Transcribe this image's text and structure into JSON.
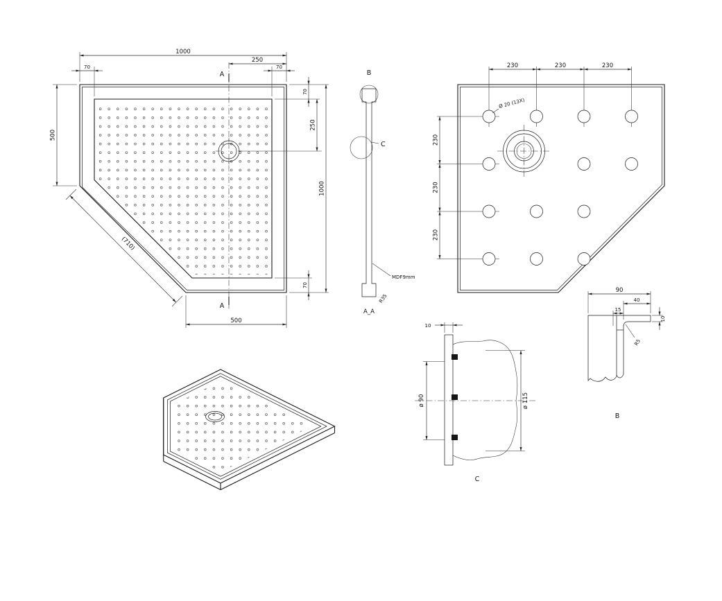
{
  "plan_view": {
    "dim_1000_top": "1000",
    "dim_250_top": "250",
    "dim_70_top_left": "70",
    "dim_70_top_right": "70",
    "dim_70_right_top": "70",
    "dim_250_right": "250",
    "dim_1000_right": "1000",
    "dim_70_right_bottom": "70",
    "dim_500_left": "500",
    "dim_500_bottom": "500",
    "dim_chamfer": "(710)",
    "section_a_top": "A",
    "section_a_bottom": "A"
  },
  "section_view": {
    "label_b": "B",
    "label_c": "C",
    "material": "MDF9mm",
    "radius": "R35",
    "title": "A_A"
  },
  "bottom_view": {
    "dim_230_col_1": "230",
    "dim_230_col_2": "230",
    "dim_230_col_3": "230",
    "dim_230_row_1": "230",
    "dim_230_row_2": "230",
    "dim_230_row_3": "230",
    "hole_note": "Ø 20 (13X)"
  },
  "detail_c": {
    "dim_10": "10",
    "dim_d90": "ø 90",
    "dim_d115": "ø 115",
    "label": "C"
  },
  "detail_b": {
    "dim_90": "90",
    "dim_40": "40",
    "dim_15": "15",
    "dim_10": "10",
    "radius": "R5",
    "label": "B"
  }
}
